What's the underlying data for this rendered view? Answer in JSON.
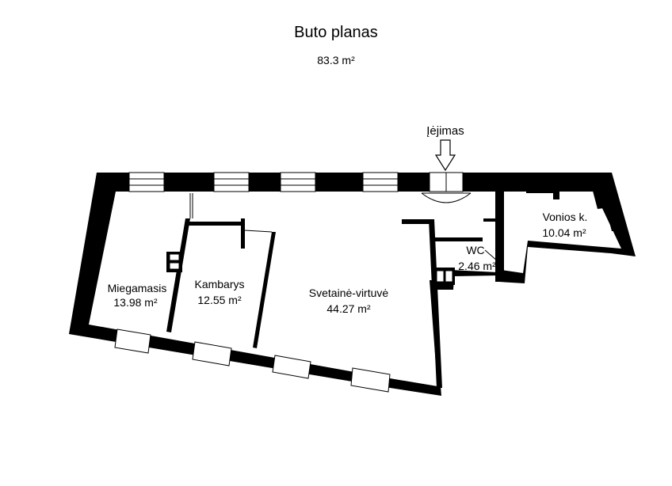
{
  "header": {
    "title": "Buto planas",
    "total_area": "83.3 m²"
  },
  "entrance": {
    "label": "Įėjimas"
  },
  "rooms": [
    {
      "id": "bedroom",
      "name": "Miegamasis",
      "area": "13.98 m²"
    },
    {
      "id": "room",
      "name": "Kambarys",
      "area": "12.55 m²"
    },
    {
      "id": "living",
      "name": "Svetainė-virtuvė",
      "area": "44.27 m²"
    },
    {
      "id": "wc",
      "name": "WC",
      "area": "2.46 m²"
    },
    {
      "id": "bath",
      "name": "Vonios k.",
      "area": "10.04 m²"
    }
  ],
  "colors": {
    "wall": "#000000",
    "background": "#ffffff"
  }
}
